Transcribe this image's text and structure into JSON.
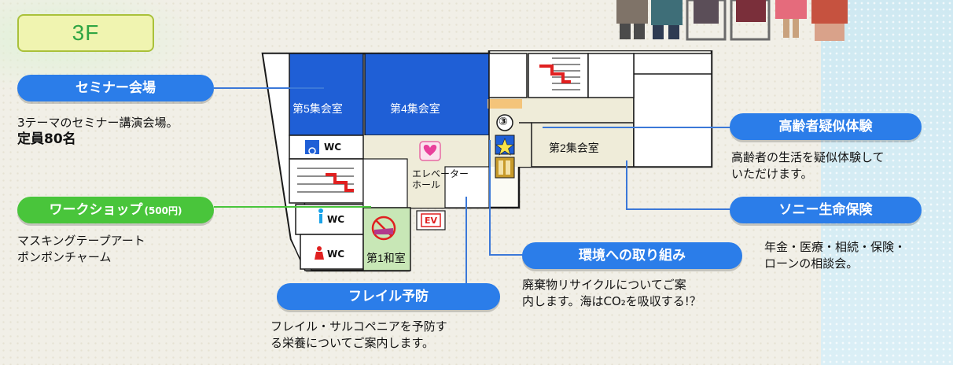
{
  "floor": "3F",
  "rooms": {
    "room5": "第5集会室",
    "room4": "第4集会室",
    "room2": "第2集会室",
    "washitsu": "第1和室",
    "elevator_hall": "エレベーター\nホール",
    "ev": "EV",
    "wc1": "WC",
    "wc2": "WC",
    "wc3": "WC",
    "circle_num": "③"
  },
  "labels": {
    "seminar": {
      "title": "セミナー会場",
      "desc1": "3テーマのセミナー講演会場。",
      "desc2": "定員80名"
    },
    "workshop": {
      "title": "ワークショップ",
      "sub": "(500円)",
      "desc1": "マスキングテープアート",
      "desc2": "ポンポンチャーム"
    },
    "frail": {
      "title": "フレイル予防",
      "desc1": "フレイル・サルコペニアを予防す",
      "desc2": "る栄養についてご案内します。"
    },
    "env": {
      "title": "環境への取り組み",
      "desc1": "廃棄物リサイクルについてご案",
      "desc2": "内します。海はCO₂を吸収する!？"
    },
    "aging": {
      "title": "高齢者疑似体験",
      "desc1": "高齢者の生活を疑似体験して",
      "desc2": "いただけます。"
    },
    "sony": {
      "title": "ソニー生命保険",
      "desc1": "年金・医療・相続・保険・",
      "desc2": "ローンの相談会。"
    }
  },
  "colors": {
    "blue_room": "#1f5fd6",
    "pill_blue": "#2b7de9",
    "pill_green": "#49c53b",
    "stairs_red": "#e02020",
    "washitsu_green": "#c8e7b6"
  }
}
